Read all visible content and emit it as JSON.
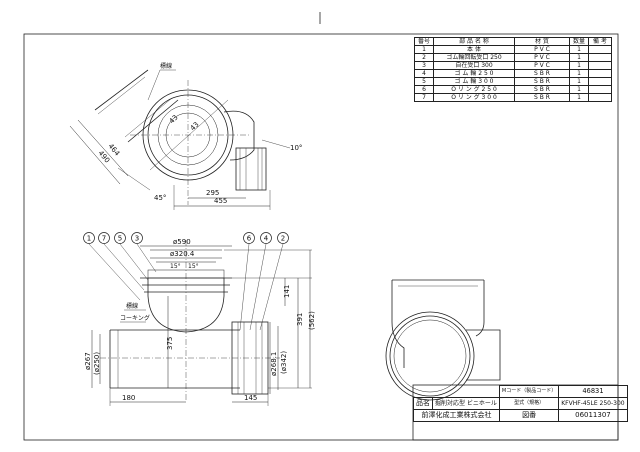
{
  "parts_table": {
    "headers": [
      "番号",
      "部 品 名 称",
      "材 質",
      "数量",
      "備 考"
    ],
    "rows": [
      [
        "1",
        "本 体",
        "P V C",
        "1",
        ""
      ],
      [
        "2",
        "ゴム輪回転受口 250",
        "P V C",
        "1",
        ""
      ],
      [
        "3",
        "自在受口 300",
        "P V C",
        "1",
        ""
      ],
      [
        "4",
        "ゴ ム 輪 2 5 0",
        "S B R",
        "1",
        ""
      ],
      [
        "5",
        "ゴ ム 輪 3 0 0",
        "S B R",
        "1",
        ""
      ],
      [
        "6",
        "O リ ン グ 2 5 0",
        "S B R",
        "1",
        ""
      ],
      [
        "7",
        "O リ ン グ 3 0 0",
        "S B R",
        "1",
        ""
      ]
    ]
  },
  "title_block": {
    "mcode_label": "Mコード（製品コード）",
    "mcode_value": "46831",
    "name_label": "品名",
    "name_value": "掘削対応型 ビニホール",
    "model_label": "型式（規格）",
    "model_value": "KFVHF-45LE 250-300",
    "company": "前澤化成工業株式会社",
    "drawing_no_label": "図番",
    "drawing_no_value": "06011307"
  },
  "plan_view": {
    "label_kakudo": "標線",
    "dim_464": "464",
    "dim_490": "490",
    "dim_43a": "43",
    "dim_43b": "43",
    "angle_10": "10°",
    "angle_45": "45°",
    "dim_295": "295",
    "dim_455": "455"
  },
  "section_view": {
    "balloons": [
      "1",
      "7",
      "5",
      "3",
      "6",
      "4",
      "2"
    ],
    "dim_590": "ø590",
    "dim_320": "ø320.4",
    "angle_15a": "15°",
    "angle_15b": "15°",
    "dim_141": "141",
    "dim_391": "391",
    "dim_562": "(562)",
    "label_hyosen": "標線",
    "label_coking": "コーキング",
    "dim_375": "375",
    "dim_267": "ø267",
    "dim_250": "(ø250)",
    "dim_268": "ø268.1",
    "dim_342": "(ø342)",
    "dim_180": "180",
    "dim_145": "145"
  }
}
